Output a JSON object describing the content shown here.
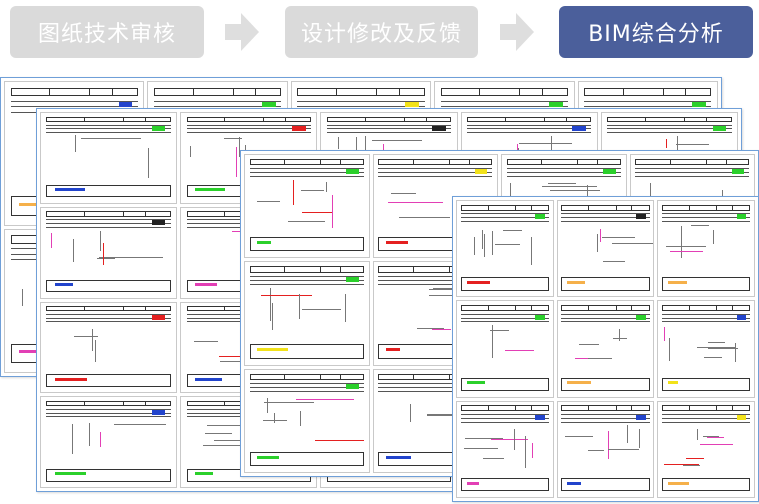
{
  "steps": [
    {
      "label": "图纸技术审核",
      "state": "inactive"
    },
    {
      "label": "设计修改及反馈",
      "state": "inactive"
    },
    {
      "label": "BIM综合分析",
      "state": "active"
    }
  ],
  "colors": {
    "step_inactive": "#dadada",
    "step_active": "#4b5f9b",
    "arrow": "#dedede",
    "sheet_border": "#6f9fd8",
    "status_green": "#2bd02b",
    "markup_red": "#e42020",
    "markup_blue": "#2244cc"
  },
  "icons": [
    "arrow-right-icon"
  ]
}
